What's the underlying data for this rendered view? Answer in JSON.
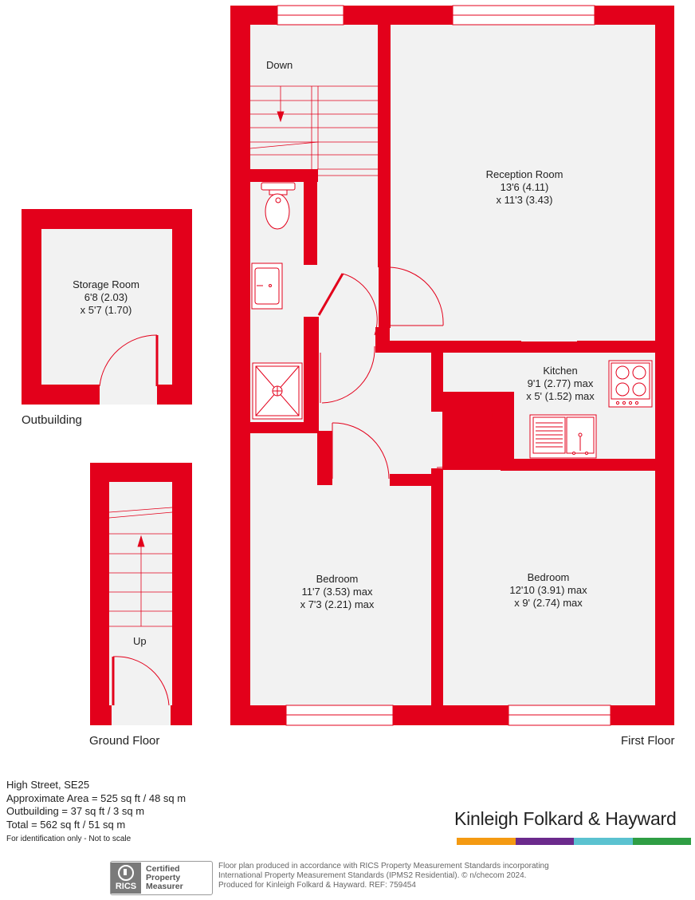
{
  "colors": {
    "wall": "#e3001b",
    "floor": "#f2f2f2",
    "fixture_line": "#e3001b",
    "text": "#222222",
    "brand_bar": [
      "#f49a12",
      "#6b2a8c",
      "#5bc2d0",
      "#2f9e44"
    ],
    "rics_logo": "#7a7a7a"
  },
  "rooms": {
    "reception": {
      "name": "Reception Room",
      "dim1": "13'6 (4.11)",
      "dim2": "x 11'3 (3.43)"
    },
    "kitchen": {
      "name": "Kitchen",
      "dim1": "9'1 (2.77) max",
      "dim2": "x 5' (1.52) max"
    },
    "bedroom1": {
      "name": "Bedroom",
      "dim1": "11'7 (3.53) max",
      "dim2": "x 7'3 (2.21) max"
    },
    "bedroom2": {
      "name": "Bedroom",
      "dim1": "12'10 (3.91) max",
      "dim2": "x 9' (2.74) max"
    },
    "storage": {
      "name": "Storage Room",
      "dim1": "6'8 (2.03)",
      "dim2": "x 5'7 (1.70)"
    }
  },
  "stair_labels": {
    "down": "Down",
    "up": "Up"
  },
  "floor_labels": {
    "outbuilding": "Outbuilding",
    "ground": "Ground Floor",
    "first": "First Floor"
  },
  "info": {
    "address": "High Street, SE25",
    "approx_area": "Approximate Area = 525 sq ft / 48 sq m",
    "outbuilding": "Outbuilding = 37 sq ft / 3 sq m",
    "total": "Total = 562 sq ft / 51 sq m",
    "note": "For identification only - Not to scale"
  },
  "brand": {
    "name": "Kinleigh Folkard & Hayward"
  },
  "rics": {
    "logo_text": "RICS",
    "line1": "Certified",
    "line2": "Property",
    "line3": "Measurer"
  },
  "disclaimer": {
    "line1": "Floor plan produced in accordance with RICS Property Measurement Standards incorporating",
    "line2": "International Property Measurement Standards (IPMS2 Residential).  © n/checom 2024.",
    "line3": "Produced for Kinleigh Folkard & Hayward.   REF: 759454"
  }
}
